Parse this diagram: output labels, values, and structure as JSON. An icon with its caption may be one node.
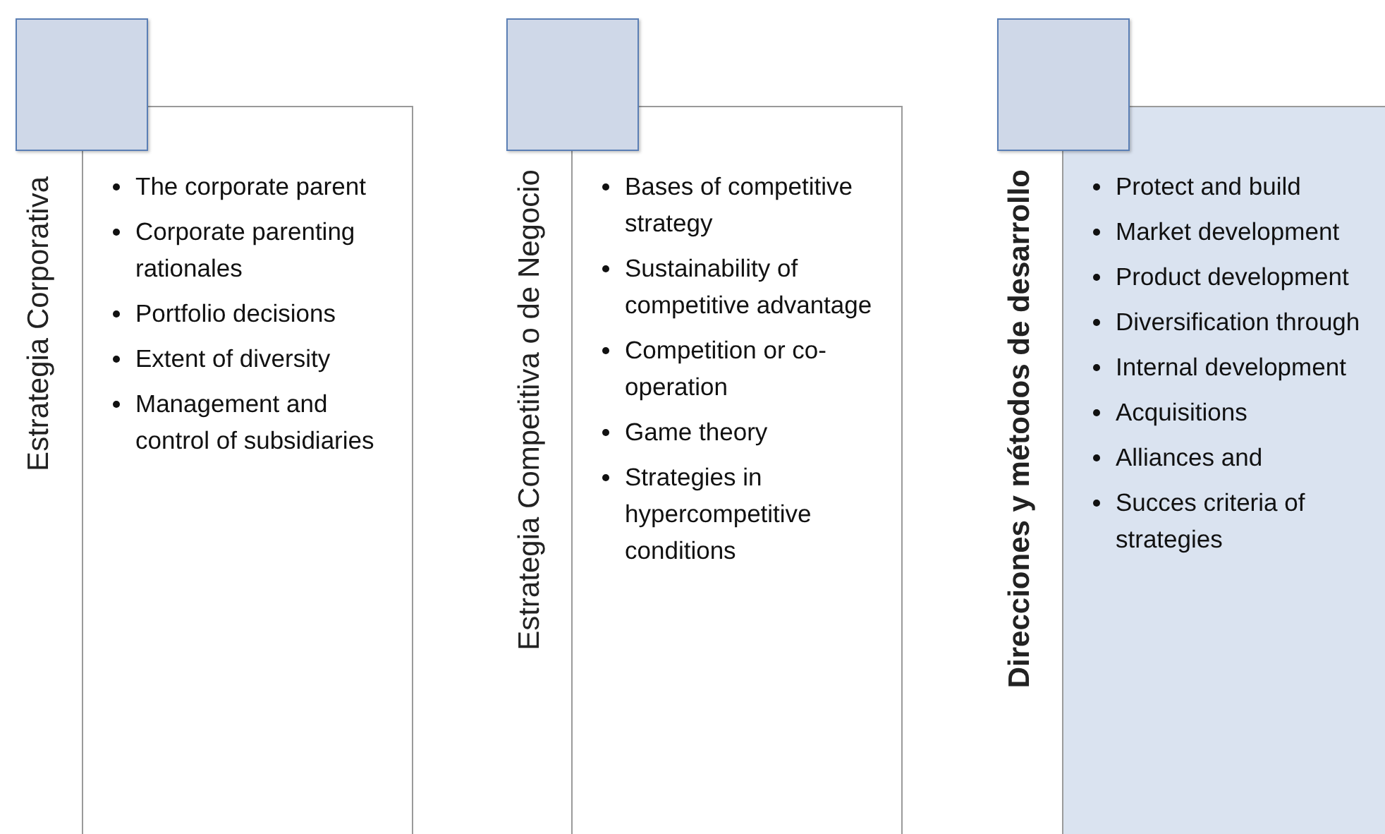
{
  "diagram": {
    "nodes": [
      {
        "text": [],
        "shape": "box"
      },
      {
        "text": [
          "Estrategia Corporativa",
          "The corporate parent",
          "Corporate parenting rationales",
          "Portfolio decisions",
          "Extent of diversity",
          "Management and control of subsidiaries"
        ]
      },
      {
        "text": [],
        "shape": "box"
      },
      {
        "text": [
          "Estrategia Competitiva o de Negocio",
          "Bases of competitive strategy",
          "Sustainability of competitive advantage",
          "Competition or co-operation",
          "Game theory",
          "Strategies in hypercompetitive conditions"
        ]
      },
      {
        "text": [],
        "shape": "box"
      },
      {
        "text": [
          "Direcciones y métodos de desarrollo",
          "Protect and build",
          "Market development",
          "Product development",
          "Diversification through",
          "Internal development",
          "Acquisitions",
          "Alliances and",
          "Succes criteria of strategies"
        ]
      }
    ]
  }
}
